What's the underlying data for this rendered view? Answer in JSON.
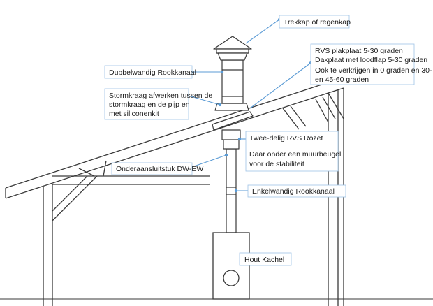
{
  "labels": {
    "trekkap": "Trekkap of regenkap",
    "rvs_plakplaat": "RVS plakplaat 5-30 graden",
    "dakplaat": "Dakplaat met loodflap 5-30 graden",
    "ook_verkrijgen_1": "Ook te verkrijgen in 0 graden en 30- 45",
    "ook_verkrijgen_2": "en 45-60 graden",
    "dubbelwandig": "Dubbelwandig Rookkanaal",
    "stormkraag_1": "Stormkraag afwerken tussen de",
    "stormkraag_2": "stormkraag en de pijp  en",
    "stormkraag_3": "met siliconenkit",
    "twee_delig": "Twee-delig RVS Rozet",
    "muurbeugel_1": "Daar onder een muurbeugel",
    "muurbeugel_2": "voor de stabiliteit",
    "onderaansluitstuk": "Onderaansluitstuk DW-EW",
    "enkelwandig": "Enkelwandig Rookkanaal",
    "hout_kachel": "Hout Kachel"
  },
  "colors": {
    "structure": "#3a3a3a",
    "leader": "#5b9bd5",
    "box_border": "#9dc3e6",
    "roof_fill": "#ffffff"
  }
}
